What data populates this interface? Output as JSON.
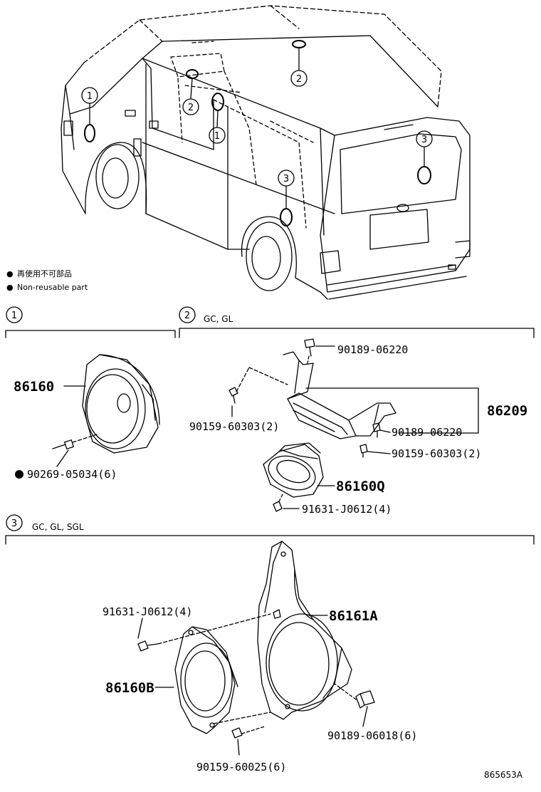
{
  "legend": {
    "items": [
      {
        "symbol": "●",
        "text": "再使用不可部品"
      },
      {
        "symbol": "●",
        "text": "Non-reusable part"
      }
    ]
  },
  "vehicle_callouts": [
    "1",
    "2",
    "2",
    "1",
    "3",
    "3"
  ],
  "sections": [
    {
      "number": "1",
      "variant": ""
    },
    {
      "number": "2",
      "variant": "GC, GL"
    },
    {
      "number": "3",
      "variant": "GC, GL, SGL"
    }
  ],
  "parts": {
    "s1_speaker": "86160",
    "s1_screw": "90269-05034(6)",
    "s2_screw_top": "90189-06220",
    "s2_bolt_left": "90159-60303(2)",
    "s2_bracket": "86209",
    "s2_screw_mid": "90189-06220",
    "s2_bolt_right": "90159-60303(2)",
    "s2_speaker": "86160Q",
    "s2_screw_bottom": "91631-J0612(4)",
    "s3_screw": "91631-J0612(4)",
    "s3_bracket": "86161A",
    "s3_speaker": "86160B",
    "s3_nut": "90189-06018(6)",
    "s3_bolt": "90159-60025(6)"
  },
  "diagram_ref": "865653A"
}
